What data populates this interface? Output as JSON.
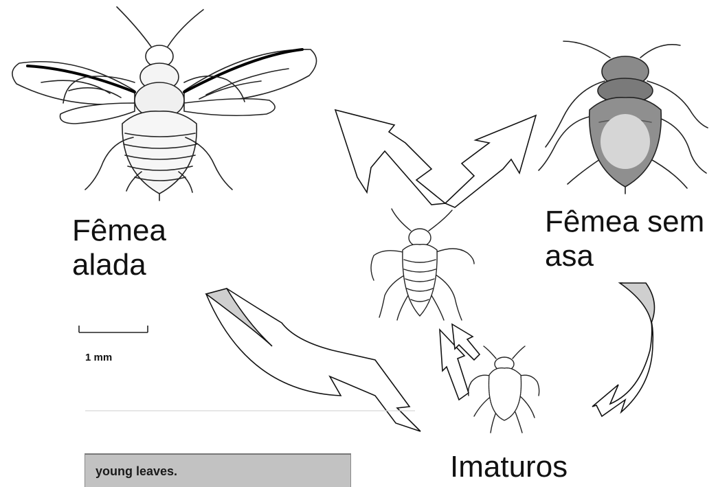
{
  "labels": {
    "winged_female": "Fêmea\nalada",
    "wingless_female": "Fêmea sem\nasa",
    "immatures": "Imaturos"
  },
  "scale_bar": {
    "label": "1 mm"
  },
  "caption_fragment": "young leaves.",
  "icons": [
    "winged-aphid-illustration",
    "wingless-aphid-illustration",
    "nymph-aphid-illustration",
    "young-nymph-illustration",
    "cycle-arrow"
  ],
  "colors": {
    "arrow_fill_shaded": "#cfcfcf",
    "line": "#222222",
    "caption_bg": "#c2c2c2"
  }
}
